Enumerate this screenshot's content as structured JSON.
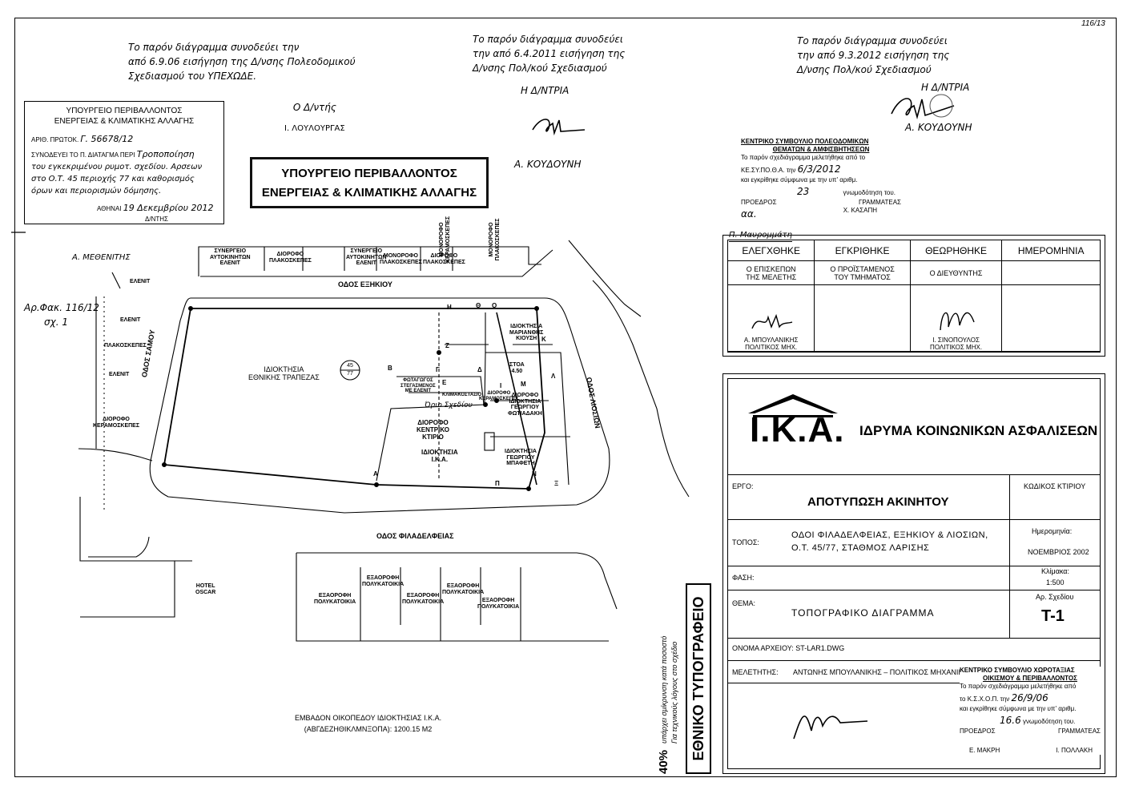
{
  "page_number": "116/13",
  "notes": {
    "note1": [
      "Το παρόν διάγραμμα συνοδεύει την",
      "από 6.9.06 εισήγηση της Δ/νσης Πολεοδομικού",
      "Σχεδιασμού του ΥΠΕΧΩΔΕ."
    ],
    "note1_sign": [
      "Ο Δ/ντής",
      "Ι. ΛΟΥΛΟΥΡΓΑΣ"
    ],
    "note2": [
      "Το παρόν διάγραμμα συνοδεύει",
      "την από 6.4.2011 εισήγηση της",
      "Δ/νσης Πολ/κού Σχεδιασμού"
    ],
    "note2_sign": [
      "Η Δ/ΝΤΡΙΑ",
      "Α. ΚΟΥΔΟΥΝΗ"
    ],
    "note3": [
      "Το παρόν διάγραμμα συνοδεύει",
      "την από 9.3.2012 εισήγηση της",
      "Δ/νσης Πολ/κού Σχεδιασμού"
    ],
    "note3_sign": [
      "Η Δ/ΝΤΡΙΑ",
      "Α. ΚΟΥΔΟΥΝΗ"
    ],
    "file_ref": [
      "Αρ.Φακ. 116/12",
      "σχ. 1"
    ],
    "signer_left": "Α. ΜΕΘΕΝΙΤΗΣ"
  },
  "stamp_ministry_box": {
    "title1": "ΥΠΟΥΡΓΕΙΟ ΠΕΡΙΒΑΛΛΟΝΤΟΣ",
    "title2": "ΕΝΕΡΓΕΙΑΣ & ΚΛΙΜΑΤΙΚΗΣ ΑΛΛΑΓΗΣ",
    "line_prot": "ΑΡΙΘ. ΠΡΩΤΟΚ.",
    "prot_no": "Γ. 56678/12",
    "line_accomp": "ΣΥΝΟΔΕΥΕΙ ΤΟ Π. ΔΙΑΤΑΓΜΑ ΠΕΡΙ",
    "text1": "Τροποποίηση",
    "text2": "του εγκεκριμένου ρυμοτ. σχεδίου. Αρσεων",
    "text3": "στο Ο.Τ. 45 περιοχής 77 και καθορισμός",
    "text4": "όρων και περιορισμών δόμησης.",
    "date_prefix": "ΑΘΗΝΑΙ",
    "date": "19 Δεκεμβρίου 2012",
    "role": "Δ/ΝΤΗΣ"
  },
  "stamp_ministry_big": [
    "ΥΠΟΥΡΓΕΙΟ ΠΕΡΙΒΑΛΛΟΝΤΟΣ",
    "ΕΝΕΡΓΕΙΑΣ & ΚΛΙΜΑΤΙΚΗΣ ΑΛΛΑΓΗΣ"
  ],
  "stamp_kesyp": {
    "head1": "ΚΕΝΤΡΙΚΟ ΣΥΜΒΟΥΛΙΟ ΠΟΛΕΟΔΟΜΙΚΩΝ",
    "head2": "ΘΕΜΑΤΩΝ & ΑΜΦΙΣΒΗΤΗΣΕΩΝ",
    "line1": "Το παρόν σχεδιάγραμμα μελετήθηκε από το",
    "line2_a": "ΚΕ.ΣΥ.ΠΟ.Θ.Α. την",
    "line2_date": "6/3/2012",
    "line3": "και εγκρίθηκε σύμφωνα με την υπ' αριθμ.",
    "line3_no": "23",
    "line4": "γνωμοδότηση του.",
    "role_left": "ΠΡΟΕΔΡΟΣ",
    "role_right": "ΓΡΑΜΜΑΤΕΑΣ",
    "name_left": "αα.",
    "name_right": "Χ. ΚΑΣΑΠΗ",
    "extra": "Π. Μαυρομμάτη"
  },
  "check_table": {
    "headers": [
      "ΕΛΕΓΧΘΗΚΕ",
      "ΕΓΚΡΙΘΗΚΕ",
      "ΘΕΩΡΗΘΗΚΕ",
      "ΗΜΕΡΟΜΗΝΙΑ"
    ],
    "roles": [
      [
        "Ο ΕΠΙΣΚΕΠΩΝ",
        "ΤΗΣ ΜΕΛΕΤΗΣ"
      ],
      [
        "Ο ΠΡΟΪΣΤΑΜΕΝΟΣ",
        "ΤΟΥ ΤΜΗΜΑΤΟΣ"
      ],
      [
        "Ο ΔΙΕΥΘΥΝΤΗΣ"
      ],
      [
        ""
      ]
    ],
    "names": [
      [
        "Α. ΜΠΟΥΛΑΝΙΚΗΣ",
        "ΠΟΛΙΤΙΚΟΣ ΜΗΧ."
      ],
      [
        ""
      ],
      [
        "Ι. ΣΙΝΟΠΟΥΛΟΣ",
        "ΠΟΛΙΤΙΚΟΣ ΜΗΧ."
      ],
      [
        ""
      ]
    ]
  },
  "title_block": {
    "logo": "Ι.Κ.Α.",
    "org": "ΙΔΡΥΜΑ ΚΟΙΝΩΝΙΚΩΝ ΑΣΦΑΛΙΣΕΩΝ",
    "ergo_label": "ΕΡΓΟ:",
    "ergo": "ΑΠΟΤΥΠΩΣΗ ΑΚΙΝΗΤΟΥ",
    "code_label": "ΚΩΔΙΚΟΣ ΚΤΙΡΙΟΥ",
    "topos_label": "ΤΟΠΟΣ:",
    "topos1": "ΟΔΟΙ ΦΙΛΑΔΕΛΦΕΙΑΣ, ΕΞΗΚΙΟΥ & ΛΙΟΣΙΩΝ,",
    "topos2": "Ο.Τ. 45/77, ΣΤΑΘΜΟΣ ΛΑΡΙΣΗΣ",
    "date_label": "Ημερομηνία:",
    "date": "ΝΟΕΜΒΡΙΟΣ 2002",
    "scale_label": "Κλίμακα:",
    "scale": "1:500",
    "fasi_label": "ΦΑΣΗ:",
    "thema_label": "ΘΕΜΑ:",
    "thema": "ΤΟΠΟΓΡΑΦΙΚΟ ΔΙΑΓΡΑΜΜΑ",
    "drawno_label": "Αρ. Σχεδίου",
    "drawno": "Τ-1",
    "filename_label": "ΟΝΟΜΑ ΑΡΧΕΙΟΥ:",
    "filename": "ST-LAR1.DWG",
    "author_label": "ΜΕΛΕΤΗΤΗΣ:",
    "author": "ΑΝΤΩΝΗΣ ΜΠΟΥΛΑΝΙΚΗΣ – ΠΟΛΙΤΙΚΟΣ ΜΗΧΑΝΙΚΟΣ"
  },
  "stamp_kesxop": {
    "head1": "ΚΕΝΤΡΙΚΟ ΣΥΜΒΟΥΛΙΟ ΧΩΡΟΤΑΞΙΑΣ",
    "head2": "ΟΙΚΙΣΜΟΥ & ΠΕΡΙΒΑΛΛΟΝΤΟΣ",
    "line1": "Το παρόν σχεδιάγραμμα μελετήθηκε από",
    "line2_a": "το Κ.Σ.Χ.Ο.Π. την",
    "line2_date": "26/9/06",
    "line3": "και εγκρίθηκε σύμφωνα με την υπ' αριθμ.",
    "line4_no": "16.6",
    "line4": "γνωμοδότηση του.",
    "role_left": "ΠΡΟΕΔΡΟΣ",
    "role_right": "ΓΡΑΜΜΑΤΕΑΣ",
    "name_left": "Ε. ΜΑΚΡΗ",
    "name_right": "Ι. ΠΟΛΛΑΚΗ"
  },
  "stamp_national": {
    "title": "ΕΘΝΙΚΟ ΤΥΠΟΓΡΑΦΕΙΟ",
    "line1": "Για τεχνικούς λόγους στο σχέδιο",
    "line2": "υπάρχει σμίκρυνση κατά ποσοστό",
    "pct": "40%"
  },
  "area": [
    "ΕΜΒΑΔΟΝ ΟΙΚΟΠΕΔΟΥ ΙΔΙΟΚΤΗΣΙΑΣ Ι.Κ.Α.",
    "(ΑΒΓΔΕΖΗΘΙΚΛΜΝΞΟΠΑ): 1200.15 Μ2"
  ],
  "map": {
    "streets": {
      "exikiou": "ΟΔΟΣ ΕΞΗΚΙΟΥ",
      "filadelfeias": "ΟΔΟΣ ΦΙΛΑΔΕΛΦΕΙΑΣ",
      "samou": "ΟΔΟΣ ΣΑΜΟΥ",
      "liosion": "ΟΔΟΣ ΛΙΟΣΙΩΝ"
    },
    "block_no": [
      "45",
      "77"
    ],
    "bank": [
      "ΙΔΙΟΚΤΗΣΙΑ",
      "ΕΘΝΙΚΗΣ ΤΡΑΠΕΖΑΣ"
    ],
    "ika": [
      "ΔΙΟΡΟΦΟ",
      "ΚΕΝΤΡΙΚΟ",
      "ΚΤΙΡΙΟ"
    ],
    "ika_owner": [
      "ΙΔΙΟΚΤΗΣΙΑ",
      "Ι.Κ.Α."
    ],
    "kiousi": [
      "ΙΔΙΟΚΤΗΣΙΑ",
      "ΜΑΡΙΑΝΘΗΣ",
      "ΚΙΟΥΣΗ"
    ],
    "fotiadaki": [
      "ΔΙΟΡΟΦΟ",
      "ΙΔΙΟΚΤΗΣΙΑ",
      "ΓΕΩΡΓΙΟΥ",
      "ΦΩΤΙΑΔΑΚΗ"
    ],
    "mpafeti": [
      "ΙΔΙΟΚΤΗΣΙΑ",
      "ΓΕΩΡΓΙΟΥ",
      "ΜΠΑΦΕΤΗ"
    ],
    "stoa": [
      "ΣΤΟΑ",
      "4.50"
    ],
    "fotagogos": [
      "ΦΩΤΑΓΩΓΟΣ",
      "ΣΤΕΓΑΣΜΕΝΟΣ",
      "ΜΕ ΕΛΕΝΙΤ"
    ],
    "klimakostasio": "ΚΛΙΜΑΚΟΣΤΑΣΙΟ",
    "diorofo_keram": [
      "ΔΙΟΡΟΦΟ",
      "ΚΕΡΑΜΟΣΚΕΠΕΣ"
    ],
    "handwritten_plan": "Όριο Σχεδίου",
    "top_row": [
      [
        "ΣΥΝΕΡΓΕΙΟ",
        "ΑΥΤΟΚΙΝΗΤΩΝ",
        "ΕΛΕΝΙΤ"
      ],
      [
        "ΔΙΟΡΟΦΟ",
        "ΠΛΑΚΟΣΚΕΠΕΣ"
      ],
      [
        "ΣΥΝΕΡΓΕΙΟ",
        "ΑΥΤΟΚΙΝΗΤΩΝ",
        "ΕΛΕΝΙΤ"
      ],
      [
        "ΜΟΝΟΡΟΦΟ",
        "ΠΛΑΚΟΣΚΕΠΕΣ"
      ],
      [
        "ΔΙΟΡΟΦΟ",
        "ΠΛΑΚΟΣΚΕΠΕΣ"
      ]
    ],
    "top_vertical": [
      "ΜΟΝΟΡΟΦΟ ΚΕΡΑΜΟΣΚΕΠΕΣ",
      "ΜΟΝΟΡΟΦΟ ΠΛΑΚΟΣΚΕΠΕΣ"
    ],
    "left_col": [
      "ΕΛΕΝΙΤ",
      "ΕΛΕΝΙΤ",
      "ΠΛΑΚΟΣΚΕΠΕΣ",
      "ΕΛΕΝΙΤ"
    ],
    "left_bottom": [
      "ΔΙΟΡΟΦΟ",
      "ΚΕΡΑΜΟΣΚΕΠΕΣ"
    ],
    "hotel": [
      "HOTEL",
      "OSCAR"
    ],
    "bottom_row": [
      "ΕΞΑΟΡΟΦΗ",
      "ΠΟΛΥΚΑΤΟΙΚΙΑ"
    ],
    "points": [
      "Α",
      "Β",
      "Γ",
      "Δ",
      "Ε",
      "Ζ",
      "Η",
      "Θ",
      "Ι",
      "Κ",
      "Λ",
      "Μ",
      "Ν",
      "Ξ",
      "Ο",
      "Π"
    ]
  }
}
